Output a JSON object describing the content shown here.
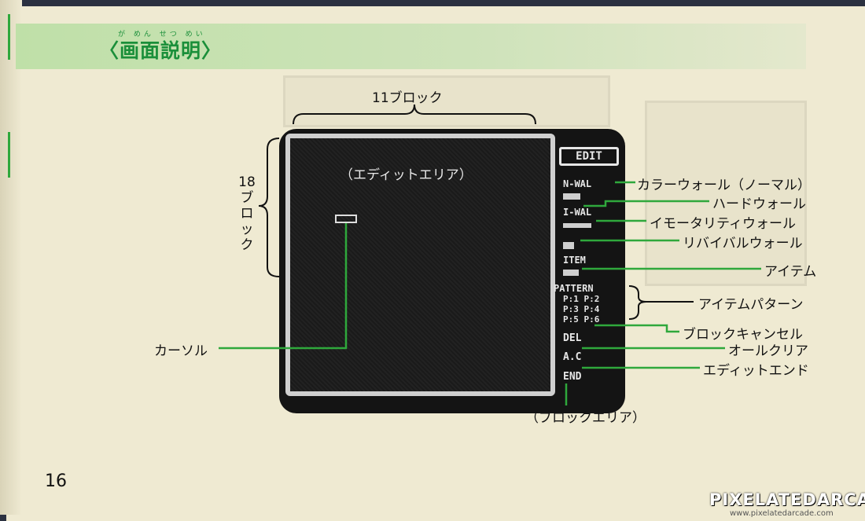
{
  "header": {
    "title": "〈画面説明〉",
    "ruby": "が めん せつ めい"
  },
  "diagram": {
    "top_bracket_label": "11ブロック",
    "side_bracket_label": "18\nブ\nロ\nッ\nク",
    "edit_area_label": "（エディットエリア）",
    "cursor_label": "カーソル",
    "block_area_label": "（ブロックエリア）"
  },
  "screen_menu": {
    "edit": "EDIT",
    "n_wal": "N-WAL",
    "i_wal": "I-WAL",
    "item": "ITEM",
    "pattern": "PATTERN",
    "p1p2": "P:1 P:2",
    "p3p4": "P:3 P:4",
    "p5p6": "P:5 P:6",
    "del": "DEL",
    "ac": "A.C",
    "end": "END"
  },
  "callouts": [
    "カラーウォール（ノーマル）",
    "ハードウォール",
    "イモータリティウォール",
    "リバイバルウォール",
    "アイテム",
    "アイテムパターン",
    "ブロックキャンセル",
    "オールクリア",
    "エディットエンド"
  ],
  "page_number": "16",
  "watermark": {
    "name": "PIXELATEDARCADE",
    "url": "www.pixelatedarcade.com"
  },
  "colors": {
    "accent_green": "#2fa83c",
    "title_green": "#1b8f3a",
    "paper": "#efead2",
    "screen": "#141414"
  }
}
